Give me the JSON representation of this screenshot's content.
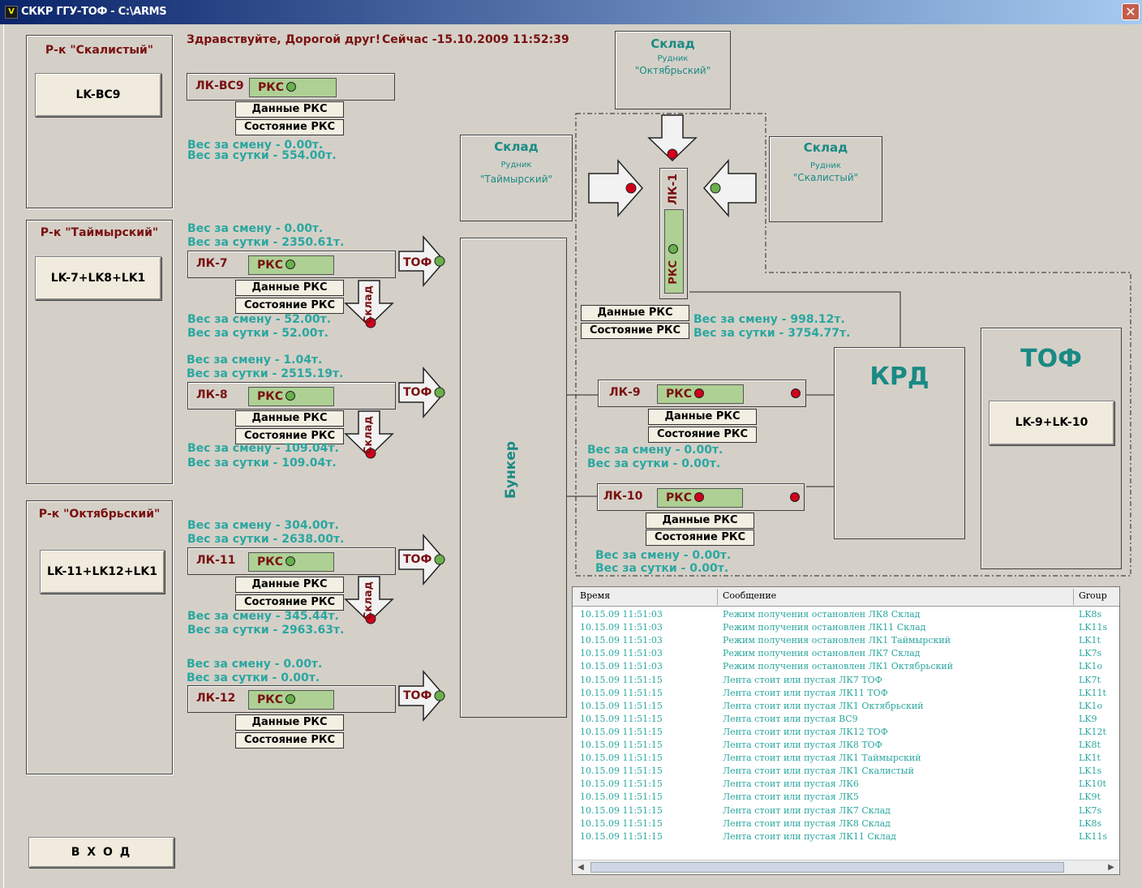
{
  "window": {
    "title": "СККР ГГУ-ТОФ - C:\\ARMS",
    "close": "✕",
    "icon": "V"
  },
  "greeting": "Здравствуйте,  Дорогой друг!",
  "now": "Сейчас -15.10.2009 11:52:39",
  "mines": [
    {
      "title": "Р-к \"Скалистый\"",
      "button": "LK-BC9"
    },
    {
      "title": "Р-к \"Таймырский\"",
      "button": "LK-7+LK8+LK1"
    },
    {
      "title": "Р-к \"Октябрьский\"",
      "button": "LK-11+LK12+LK1"
    }
  ],
  "login": "В Х О Д",
  "common": {
    "rks": "РКС",
    "data_btn": "Данные РКС",
    "state_btn": "Состояние РКС",
    "tof": "ТОФ",
    "sklad": "Склад"
  },
  "lines": {
    "bc9": {
      "name": "ЛК-ВС9",
      "w1": "Вес за смену - 0.00т.",
      "w2": "Вес за сутки  - 554.00т."
    },
    "lk7": {
      "name": "ЛК-7",
      "a1": "Вес за смену - 0.00т.",
      "a2": "Вес за сутки - 2350.61т.",
      "b1": "Вес за смену - 52.00т.",
      "b2": "Вес за сутки - 52.00т."
    },
    "lk8": {
      "name": "ЛК-8",
      "a1": "Вес за смену - 1.04т.",
      "a2": "Вес за сутки - 2515.19т.",
      "b1": "Вес за смену - 109.04т.",
      "b2": "Вес за сутки - 109.04т."
    },
    "lk11": {
      "name": "ЛК-11",
      "a1": "Вес за смену - 304.00т.",
      "a2": "Вес за сутки - 2638.00т.",
      "b1": "Вес за смену - 345.44т.",
      "b2": "Вес за сутки - 2963.63т."
    },
    "lk12": {
      "name": "ЛК-12",
      "a1": "Вес за смену - 0.00т.",
      "a2": "Вес за сутки  - 0.00т."
    },
    "lk1": {
      "name": "ЛК-1",
      "w1": "Вес за смену - 998.12т.",
      "w2": "Вес за сутки  - 3754.77т."
    },
    "lk9": {
      "name": "ЛК-9",
      "w1": "Вес за смену - 0.00т.",
      "w2": "Вес за сутки  - 0.00т."
    },
    "lk10": {
      "name": "ЛК-10",
      "w1": "Вес за смену - 0.00т.",
      "w2": "Вес за сутки  - 0.00т."
    }
  },
  "warehouses": [
    {
      "title": "Склад",
      "sub": "Рудник",
      "name": "\"Октябрьский\""
    },
    {
      "title": "Склад",
      "sub": "Рудник",
      "name": "\"Таймырский\""
    },
    {
      "title": "Склад",
      "sub": "Рудник",
      "name": "\"Скалистый\""
    }
  ],
  "bunker": "Бункер",
  "krd": "КРД",
  "tof_block": {
    "title": "ТОФ",
    "button": "LK-9+LK-10"
  },
  "log": {
    "headers": [
      "Время",
      "Сообщение",
      "Group"
    ],
    "rows": [
      [
        "10.15.09 11:51:03",
        "Режим получения остановлен ЛК8 Склад",
        "LK8s"
      ],
      [
        "10.15.09 11:51:03",
        "Режим получения остановлен ЛК11 Склад",
        "LK11s"
      ],
      [
        "10.15.09 11:51:03",
        "Режим получения остановлен ЛК1 Таймырский",
        "LK1t"
      ],
      [
        "10.15.09 11:51:03",
        "Режим получения остановлен ЛК7 Склад",
        "LK7s"
      ],
      [
        "10.15.09 11:51:03",
        "Режим получения остановлен ЛК1 Октябрьский",
        "LK1o"
      ],
      [
        "10.15.09 11:51:15",
        "Лента стоит или пустая ЛК7 ТОФ",
        "LK7t"
      ],
      [
        "10.15.09 11:51:15",
        "Лента стоит или пустая ЛК11 ТОФ",
        "LK11t"
      ],
      [
        "10.15.09 11:51:15",
        "Лента стоит или пустая ЛК1 Октябрьский",
        "LK1o"
      ],
      [
        "10.15.09 11:51:15",
        "Лента стоит или пустая ВС9",
        "LK9"
      ],
      [
        "10.15.09 11:51:15",
        "Лента стоит или пустая ЛК12 ТОФ",
        "LK12t"
      ],
      [
        "10.15.09 11:51:15",
        "Лента стоит или пустая ЛК8 ТОФ",
        "LK8t"
      ],
      [
        "10.15.09 11:51:15",
        "Лента стоит или пустая ЛК1 Таймырский",
        "LK1t"
      ],
      [
        "10.15.09 11:51:15",
        "Лента стоит или пустая ЛК1 Скалистый",
        "LK1s"
      ],
      [
        "10.15.09 11:51:15",
        "Лента стоит или пустая ЛК6",
        "LK10t"
      ],
      [
        "10.15.09 11:51:15",
        "Лента стоит или пустая ЛК5",
        "LK9t"
      ],
      [
        "10.15.09 11:51:15",
        "Лента стоит или пустая ЛК7 Склад",
        "LK7s"
      ],
      [
        "10.15.09 11:51:15",
        "Лента стоит или пустая ЛК8 Склад",
        "LK8s"
      ],
      [
        "10.15.09 11:51:15",
        "Лента стоит или пустая ЛК11 Склад",
        "LK11s"
      ]
    ]
  }
}
